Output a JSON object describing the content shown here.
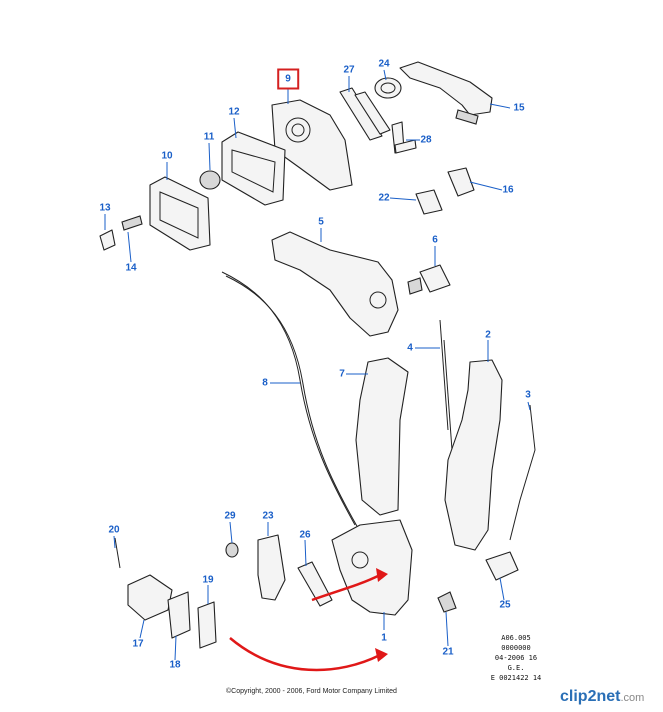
{
  "callouts": [
    {
      "id": "1",
      "label": "1"
    },
    {
      "id": "2",
      "label": "2"
    },
    {
      "id": "3",
      "label": "3"
    },
    {
      "id": "4",
      "label": "4"
    },
    {
      "id": "5",
      "label": "5"
    },
    {
      "id": "6",
      "label": "6"
    },
    {
      "id": "7",
      "label": "7"
    },
    {
      "id": "8",
      "label": "8"
    },
    {
      "id": "9",
      "label": "9"
    },
    {
      "id": "10",
      "label": "10"
    },
    {
      "id": "11",
      "label": "11"
    },
    {
      "id": "12",
      "label": "12"
    },
    {
      "id": "13",
      "label": "13"
    },
    {
      "id": "14",
      "label": "14"
    },
    {
      "id": "15",
      "label": "15"
    },
    {
      "id": "16",
      "label": "16"
    },
    {
      "id": "17",
      "label": "17"
    },
    {
      "id": "18",
      "label": "18"
    },
    {
      "id": "19",
      "label": "19"
    },
    {
      "id": "20",
      "label": "20"
    },
    {
      "id": "21",
      "label": "21"
    },
    {
      "id": "22",
      "label": "22"
    },
    {
      "id": "23",
      "label": "23"
    },
    {
      "id": "24",
      "label": "24"
    },
    {
      "id": "25",
      "label": "25"
    },
    {
      "id": "26",
      "label": "26"
    },
    {
      "id": "27",
      "label": "27"
    },
    {
      "id": "28",
      "label": "28"
    },
    {
      "id": "29",
      "label": "29"
    }
  ],
  "highlighted_callout": "9",
  "codes": [
    "A06.005",
    "0000000",
    "04-2006 16",
    "G.E.",
    "E 0021422 14"
  ],
  "copyright": "©Copyright, 2000 - 2006, Ford Motor Company Limited",
  "watermark": {
    "name": "clip2net",
    "tld": ".com"
  },
  "colors": {
    "callout": "#1a5fc8",
    "highlight_box": "#d42020",
    "arrows": "#e01818"
  }
}
